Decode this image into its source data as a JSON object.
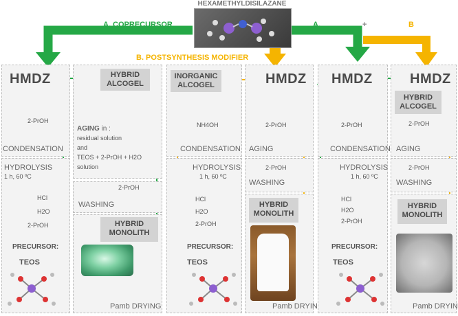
{
  "header": {
    "title": "HEXAMETHYLDISILAZANE",
    "route_a": "A. COPRECURSOR",
    "route_b": "B. POSTSYNTHESIS MODIFIER",
    "combo_a": "A.",
    "combo_plus": "+",
    "combo_b": "B"
  },
  "col1": {
    "hmdz": "HMDZ",
    "reagent": "2-PrOH",
    "condensation": "CONDENSATION",
    "hydrolysis": "HYDROLYSIS",
    "hydrolysis_cond": "1 h, 60 ºC",
    "hcl": "HCl",
    "h2o": "H2O",
    "propanol": "2-PrOH",
    "precursor": "PRECURSOR:",
    "teos": "TEOS"
  },
  "col2": {
    "alcogel": "HYBRID ALCOGEL",
    "aging": "AGING",
    "aging_in": "in :",
    "aging_desc1": "residual solution",
    "aging_desc2": "and",
    "aging_desc3": "TEOS + 2-PrOH + H2O",
    "aging_desc4": "solution",
    "washing_reagent": "2-PrOH",
    "washing": "WASHING",
    "monolith": "HYBRID MONOLITH",
    "drying": "Pamb DRYING"
  },
  "col3": {
    "alcogel": "INORGANIC ALCOGEL",
    "reagent": "NH4OH",
    "condensation": "CONDENSATION",
    "hydrolysis": "HYDROLYSIS",
    "hydrolysis_cond": "1 h, 60 ºC",
    "hcl": "HCl",
    "h2o": "H2O",
    "propanol": "2-PrOH",
    "precursor": "PRECURSOR:",
    "teos": "TEOS"
  },
  "col4": {
    "hmdz": "HMDZ",
    "reagent": "2-PrOH",
    "aging": "AGING",
    "washing_reagent": "2-PrOH",
    "washing": "WASHING",
    "monolith": "HYBRID MONOLITH",
    "drying": "Pamb DRYING"
  },
  "col5": {
    "hmdz": "HMDZ",
    "reagent": "2-PrOH",
    "condensation": "CONDENSATION",
    "hydrolysis": "HYDROLYSIS",
    "hydrolysis_cond": "1 h, 60 ºC",
    "hcl": "HCl",
    "h2o": "H2O",
    "propanol": "2-PrOH",
    "precursor": "PRECURSOR:",
    "teos": "TEOS"
  },
  "col6": {
    "hmdz": "HMDZ",
    "alcogel": "HYBRID ALCOGEL",
    "reagent": "2-PrOH",
    "aging": "AGING",
    "washing_reagent": "2-PrOH",
    "washing": "WASHING",
    "monolith": "HYBRID MONOLITH",
    "drying": "Pamb DRYING"
  },
  "colors": {
    "green": "#25a846",
    "orange": "#f5b400",
    "panel": "#f3f3f3",
    "box": "#d3d3d3"
  }
}
